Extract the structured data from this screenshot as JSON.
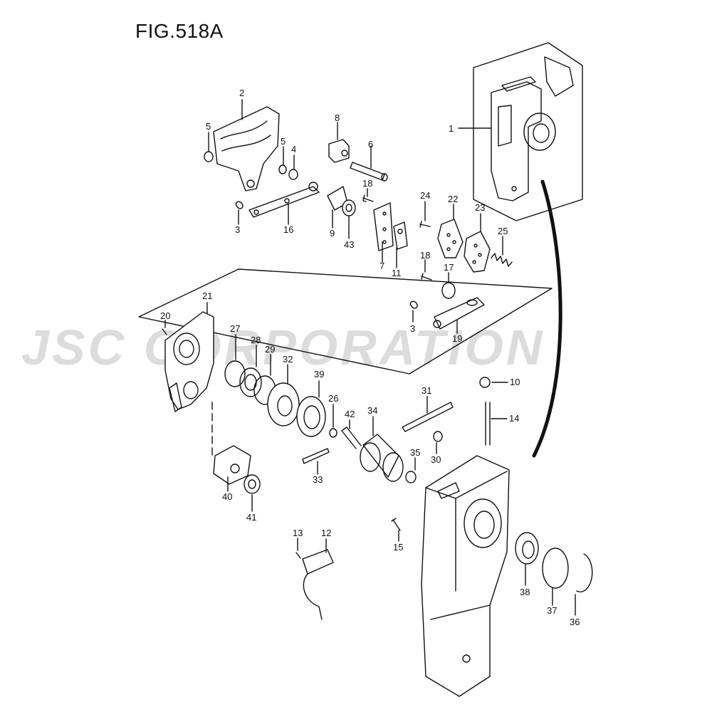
{
  "figure": {
    "title": "FIG.518A"
  },
  "watermark": {
    "text": "JSC CORPORATION",
    "color": "#dcdcdc"
  },
  "line_color": "#111111",
  "callouts": [
    "1",
    "2",
    "3",
    "4",
    "5",
    "6",
    "7",
    "8",
    "9",
    "10",
    "11",
    "12",
    "13",
    "14",
    "15",
    "16",
    "17",
    "18",
    "19",
    "20",
    "21",
    "22",
    "23",
    "24",
    "25",
    "26",
    "27",
    "28",
    "29",
    "30",
    "31",
    "32",
    "33",
    "34",
    "35",
    "36",
    "37",
    "38",
    "39",
    "40",
    "41",
    "42",
    "43"
  ],
  "labels": {
    "l1": "1",
    "l2": "2",
    "l3a": "3",
    "l3b": "3",
    "l4": "4",
    "l5a": "5",
    "l5b": "5",
    "l6": "6",
    "l7": "7",
    "l8": "8",
    "l9": "9",
    "l10": "10",
    "l11": "11",
    "l12": "12",
    "l13": "13",
    "l14": "14",
    "l15": "15",
    "l16": "16",
    "l17": "17",
    "l18a": "18",
    "l18b": "18",
    "l19": "19",
    "l20": "20",
    "l21": "21",
    "l22": "22",
    "l23": "23",
    "l24": "24",
    "l25": "25",
    "l26": "26",
    "l27": "27",
    "l28": "28",
    "l29": "29",
    "l30": "30",
    "l31": "31",
    "l32": "32",
    "l33": "33",
    "l34": "34",
    "l35": "35",
    "l36": "36",
    "l37": "37",
    "l38": "38",
    "l39": "39",
    "l40": "40",
    "l41": "41",
    "l42": "42",
    "l43": "43"
  }
}
